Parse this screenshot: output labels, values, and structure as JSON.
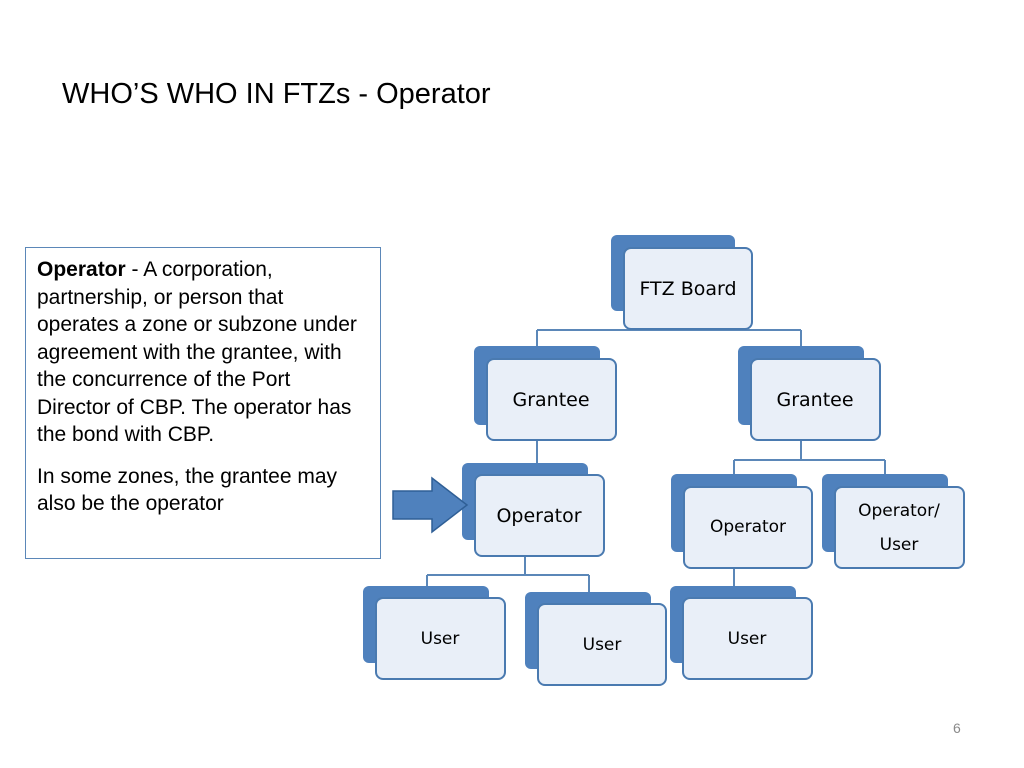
{
  "slide": {
    "title": "WHO’S WHO IN FTZs - Operator",
    "page_number": "6"
  },
  "definition": {
    "term": "Operator",
    "body": " - A corporation, partnership, or person that operates a zone or subzone under agreement with the grantee, with the concurrence of the Port Director of CBP. The operator has the bond with CBP.",
    "note": "In some zones, the grantee may also be the operator"
  },
  "diagram": {
    "nodes": {
      "ftz_board": "FTZ Board",
      "grantee_left": "Grantee",
      "grantee_right": "Grantee",
      "operator_left": "Operator",
      "operator_mid": "Operator",
      "operator_user_line1": "Operator/",
      "operator_user_line2": "User",
      "user_1": "User",
      "user_2": "User",
      "user_3": "User"
    }
  },
  "colors": {
    "shadow_fill": "#4f81bd",
    "card_fill": "#e9eff8",
    "card_border": "#4a7ab0",
    "connector": "#5b87b8",
    "arrow_fill": "#4f81bd",
    "arrow_stroke": "#2f5f96"
  }
}
